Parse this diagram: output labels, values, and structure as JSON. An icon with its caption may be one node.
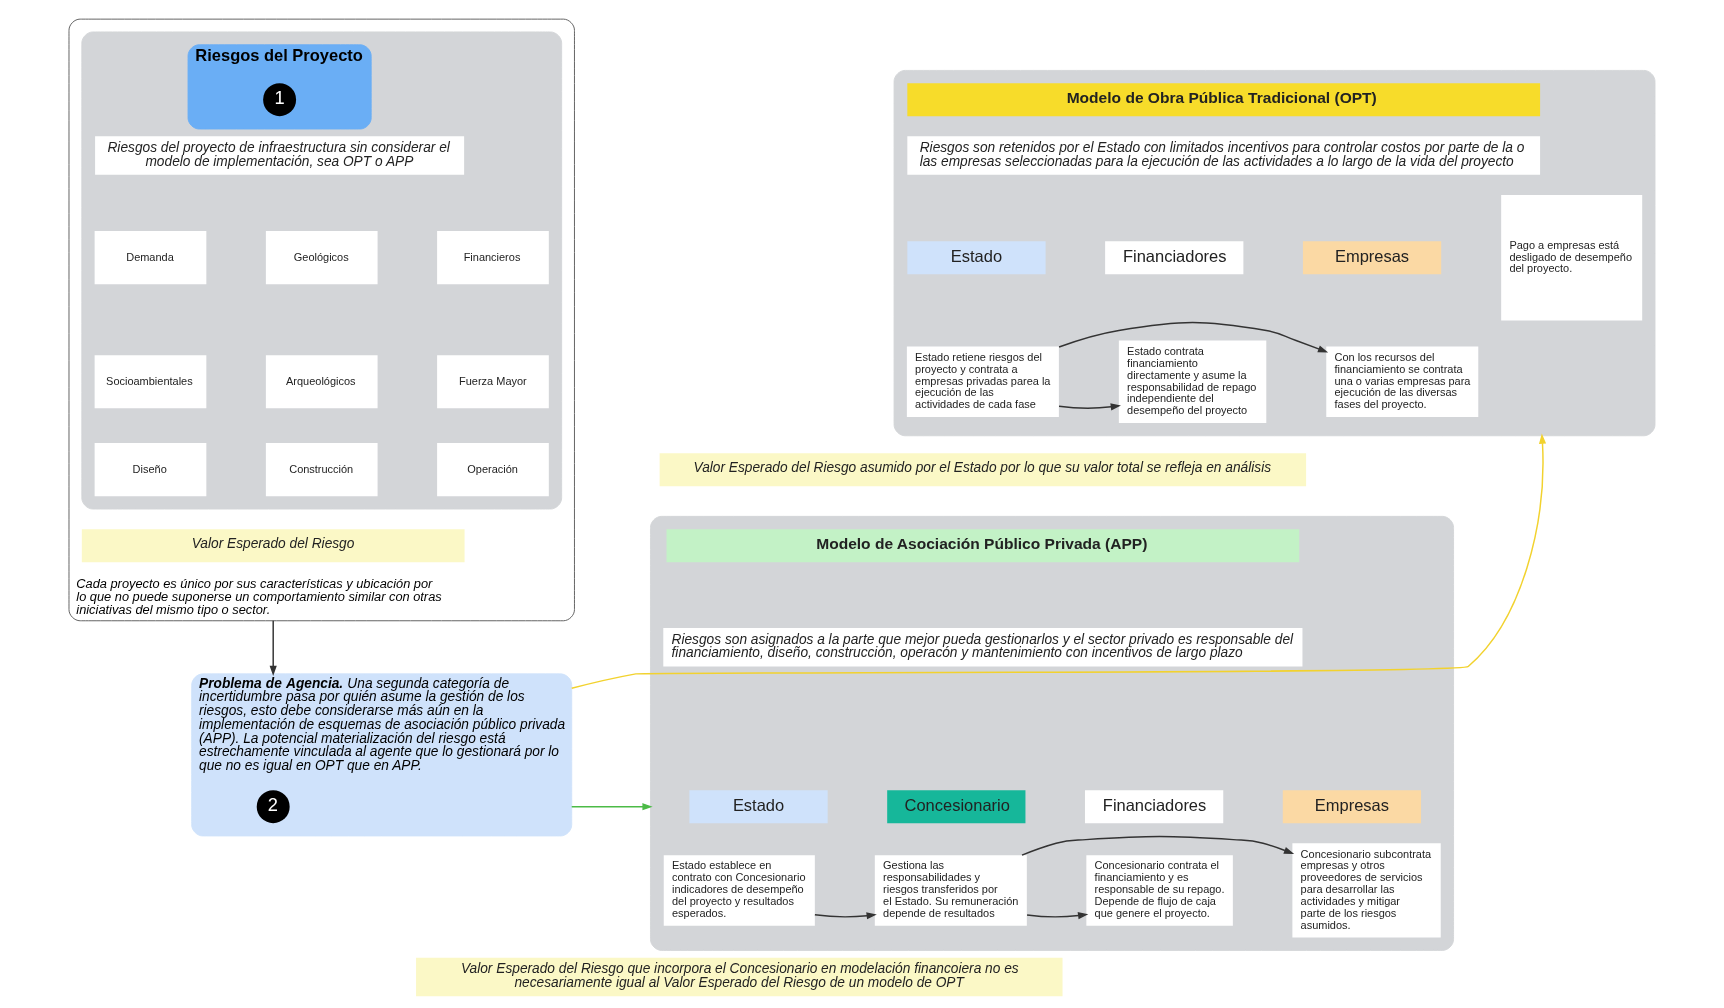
{
  "diagram": {
    "nodes": [
      {
        "text": [
          "Cada proyecto es único por sus características y ubicación por lo que no puede suponerse un comportamiento similar con otras iniciativas del mismo tipo o sector."
        ]
      },
      {
        "text": [],
        "shape": "box",
        "in": 0
      },
      {
        "text": [
          "Riesgos del Proyecto"
        ],
        "in": 1
      },
      {
        "text": [
          "1"
        ],
        "in": 2
      },
      {
        "text": [
          "Riesgos del proyecto de infraestructura sin considerar el modelo de implementación, sea OPT o APP"
        ],
        "in": 1
      },
      {
        "text": [
          "Demanda"
        ],
        "in": 1
      },
      {
        "text": [
          "Geológicos"
        ],
        "in": 1
      },
      {
        "text": [
          "Financieros"
        ],
        "in": 1
      },
      {
        "text": [
          "Socioambientales"
        ],
        "in": 1
      },
      {
        "text": [
          "Arqueológicos"
        ],
        "in": 1
      },
      {
        "text": [
          "Fuerza Mayor"
        ],
        "in": 1
      },
      {
        "text": [
          "Diseño"
        ],
        "in": 1
      },
      {
        "text": [
          "Construcción"
        ],
        "in": 1
      },
      {
        "text": [
          "Operación"
        ],
        "in": 1
      },
      {
        "text": [
          "Valor Esperado del Riesgo"
        ],
        "in": 0
      },
      {
        "text": [
          "**Problema de Agencia.** Una segunda categoría de incertidumbre pasa por quién asume la gestión de los riesgos, esto debe considerarse más aún en la implementación de esquemas de asociación público privada (APP). La potencial materialización del riesgo está estrechamente vinculada al agente que lo gestionará por lo que no es igual en OPT que en APP."
        ]
      },
      {
        "text": [
          "2"
        ],
        "in": 15
      },
      {
        "text": [],
        "shape": "box"
      },
      {
        "text": [
          "Modelo de Obra Pública Tradicional (OPT)"
        ],
        "in": 17
      },
      {
        "text": [
          "Riesgos son retenidos por el Estado con limitados incentivos para controlar costos por parte de la o las empresas seleccionadas para la ejecución de las actividades a lo largo de la vida del proyecto"
        ],
        "in": 17
      },
      {
        "text": [
          "Estado"
        ],
        "in": 17
      },
      {
        "text": [
          "Estado retiene riesgos del proyecto y contrata a empresas privadas parea la ejecución de las actividades de cada fase"
        ],
        "in": 17
      },
      {
        "text": [
          "Financiadores"
        ],
        "in": 17
      },
      {
        "text": [
          "Estado contrata financiamiento directamente y asume la responsabilidad de repago independiente del desempeño del proyecto"
        ],
        "in": 17
      },
      {
        "text": [
          "Empresas"
        ],
        "in": 17
      },
      {
        "text": [
          "Con los recursos del financiamiento se contrata una o varias empresas para ejecución de las diversas fases del proyecto."
        ],
        "in": 17
      },
      {
        "text": [
          "Pago a empresas está desligado de desempeño del proyecto."
        ],
        "in": 17
      },
      {
        "text": [
          "Valor Esperado del Riesgo asumido por el Estado por lo que su valor total se refleja en análisis"
        ]
      },
      {
        "text": [],
        "shape": "box"
      },
      {
        "text": [
          "Modelo de Asociación Público Privada (APP)"
        ],
        "in": 28
      },
      {
        "text": [
          "Riesgos son asignados a la parte que mejor pueda gestionarlos y el sector privado es responsable del financiamiento, diseño, construcción, operacón y mantenimiento con incentivos de largo plazo"
        ],
        "in": 28
      },
      {
        "text": [
          "Estado"
        ],
        "in": 28
      },
      {
        "text": [
          "Estado establece en contrato con Concesionario indicadores de desempeño del proyecto y resultados esperados."
        ],
        "in": 28
      },
      {
        "text": [
          "Concesionario"
        ],
        "in": 28
      },
      {
        "text": [
          "Gestiona las responsabilidades y riesgos transferidos por el Estado. Su remuneración depende de resultados"
        ],
        "in": 28
      },
      {
        "text": [
          "Financiadores"
        ],
        "in": 28
      },
      {
        "text": [
          "Concesionario contrata el financiamiento y es responsable de su repago. Depende de flujo de caja que genere el proyecto."
        ],
        "in": 28
      },
      {
        "text": [
          "Empresas"
        ],
        "in": 28
      },
      {
        "text": [
          "Concesionario subcontrata empresas y otros proveedores de servicios para desarrollar las actividades y mitigar parte de los riesgos asumidos."
        ],
        "in": 28
      },
      {
        "text": [
          "Valor Esperado del Riesgo que incorpora el Concesionario en modelación financoiera no es necesariamente igual al Valor Esperado del Riesgo de un modelo de OPT"
        ]
      }
    ],
    "edges": [
      {
        "from": 0,
        "to": 15,
        "arrow": "to"
      },
      {
        "from": 15,
        "to": 17,
        "arrow": "to",
        "color": "#f2d22e"
      },
      {
        "from": 15,
        "to": 28,
        "arrow": "to",
        "color": "#4cbb47"
      },
      {
        "from": 21,
        "to": 23,
        "arrow": "to"
      },
      {
        "from": 21,
        "to": 25,
        "arrow": "to"
      },
      {
        "from": 32,
        "to": 34,
        "arrow": "to"
      },
      {
        "from": 34,
        "to": 36,
        "arrow": "to"
      },
      {
        "from": 34,
        "to": 38,
        "arrow": "to"
      }
    ]
  }
}
